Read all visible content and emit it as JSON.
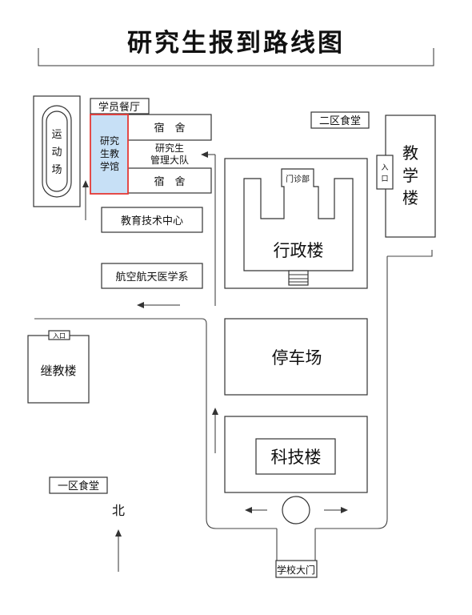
{
  "title": "研究生报到路线图",
  "colors": {
    "highlight_fill": "#c7e0f6",
    "highlight_border": "#e53935",
    "line": "#333333"
  },
  "labels": {
    "sports_field": [
      "运",
      "动",
      "场"
    ],
    "canteen_students": "学员餐厅",
    "grad_building": [
      "研究",
      "生教",
      "学馆"
    ],
    "dorm_top": "宿　舍",
    "grad_mgmt": [
      "研究生",
      "管理大队"
    ],
    "dorm_bottom": "宿　舍",
    "edu_tech": "教育技术中心",
    "aero_dept": "航空航天医学系",
    "canteen_2": "二区食堂",
    "teaching_bldg": [
      "教",
      "学",
      "楼"
    ],
    "entrance": [
      "入",
      "口"
    ],
    "clinic": "门诊部",
    "admin_bldg": "行政楼",
    "cont_edu": "继教楼",
    "entrance_small": "入口",
    "parking": "停车场",
    "tech_bldg": "科技楼",
    "canteen_1": "一区食堂",
    "north": "北",
    "gate": "学校大门"
  }
}
